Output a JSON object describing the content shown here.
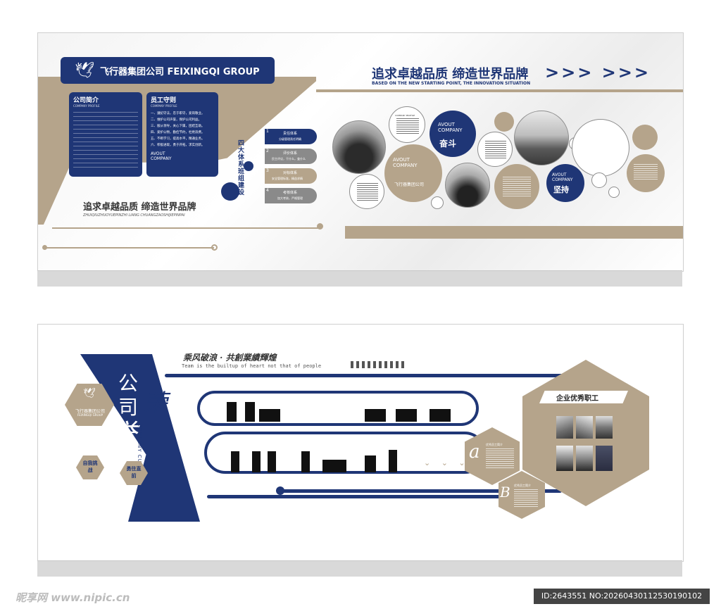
{
  "top": {
    "brand": {
      "name": "飞行器集团公司 FEIXINGQI GROUP"
    },
    "slogan": {
      "title": "追求卓越品质 缔造世界品牌",
      "subtitle": "BASED ON THE NEW STARTING POINT, THE INNOVATION SITUATION",
      "arrows": ">>> >>>"
    },
    "profile": {
      "title": "公司简介",
      "en": "COMPANY PROFILE"
    },
    "rules": {
      "title": "员工守则",
      "en": "COMPANY PROFILE",
      "items": [
        "一、遵纪守法，忠于职守，爱岗敬业。",
        "二、维护公司声誉，保护公司利益。",
        "三、服从领导，关心下属，团结互助。",
        "四、爱护公物，勤俭节约，杜绝浪费。",
        "五、不断学习，提高水平，精通业务。",
        "六、积极进取，勇于开拓，求实创新。"
      ],
      "avout": "AVOUT COMPANY"
    },
    "system": {
      "title": "四大体系班组建设",
      "steps": [
        {
          "num": "1",
          "title": "责任体系",
          "desc": "分级管理责任明确"
        },
        {
          "num": "2",
          "title": "评价体系",
          "desc": "民主评议，干什么，査什么"
        },
        {
          "num": "3",
          "title": "对标体系",
          "desc": "安全管理标准，精益求精"
        },
        {
          "num": "4",
          "title": "考核体系",
          "desc": "加大考核，严格管理"
        }
      ]
    },
    "bottom_slogan": {
      "title": "追求卓越品质 缔造世界品牌",
      "pinyin": "ZHUIQIUZHUOYUEPINZHI LIANG CHUANGZAOSHIJIEPINPAI"
    },
    "circles": {
      "profile_label": "COMPANY PROFILE",
      "avout1": "AVOUT COMPANY",
      "word1": "奋斗",
      "company": "飞行器集团公司",
      "avout2": "AVOUT COMPANY",
      "word2": "坚持"
    }
  },
  "bottom": {
    "motto": {
      "cn": "乘风破浪 · 共創業績輝煌",
      "en": "Team is the builtup of heart not that of people"
    },
    "honor": {
      "c1": "公",
      "c2": "司",
      "c3": "荣",
      "c4": "誉",
      "en": "COMPANY CULTURE"
    },
    "brand": {
      "name": "飞行器集团公司",
      "en": "FEIXINGQI GROUP"
    },
    "hex1": "自我挑战",
    "hex2": "勇往直前",
    "employee_title": "企业优秀职工",
    "letter_a": "a",
    "letter_b": "B",
    "small_a": "优秀员工简介",
    "small_b": "优秀员工简介"
  },
  "watermark": {
    "site": "昵享网 www.nipic.cn",
    "id": "ID:2643551 NO:20260430112530190102"
  },
  "colors": {
    "navy": "#1f3676",
    "tan": "#b5a48b",
    "grey": "#d9d9d9"
  }
}
